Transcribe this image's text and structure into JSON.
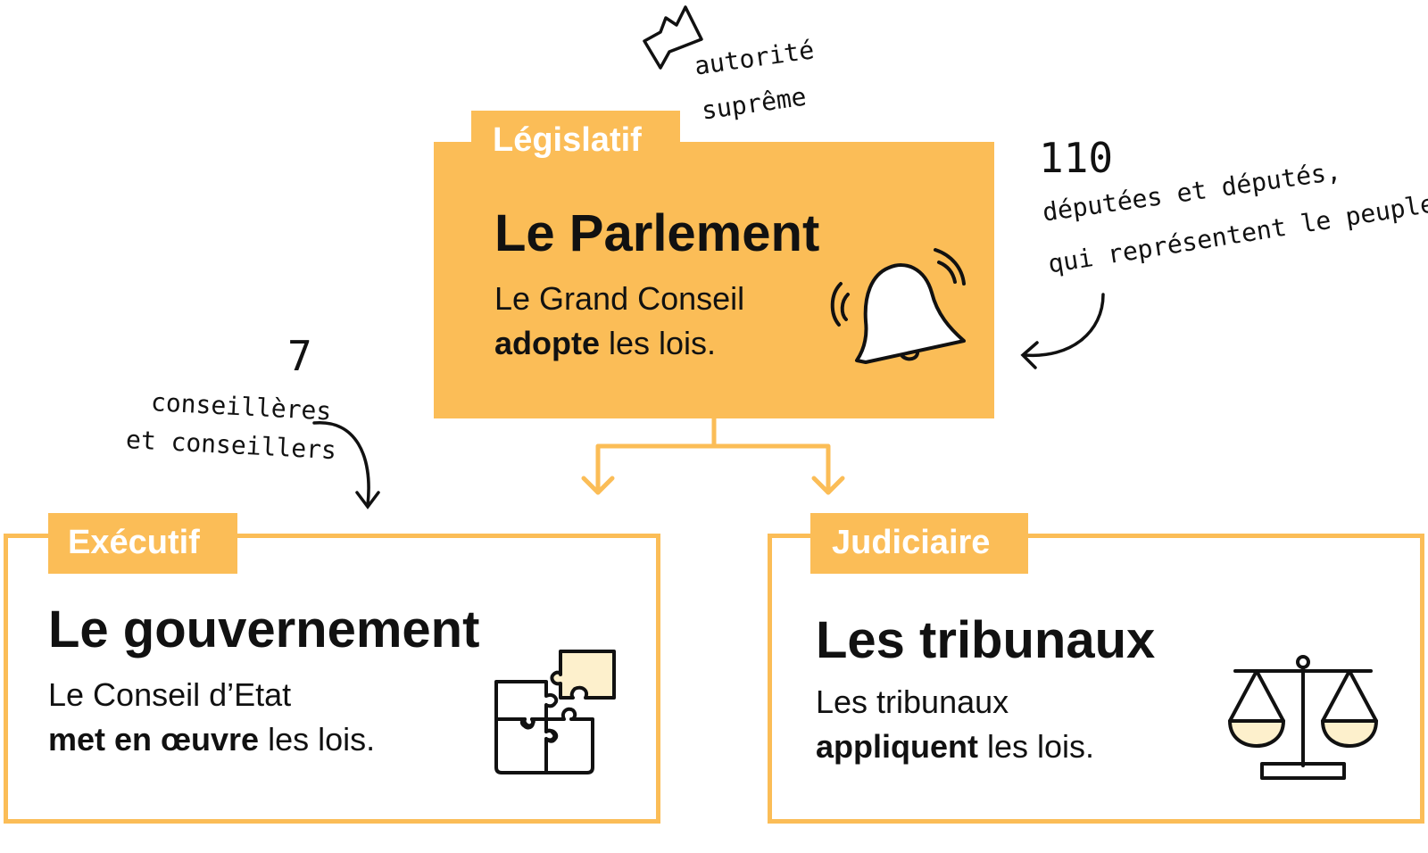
{
  "legislatif": {
    "tab": "Législatif",
    "title": "Le Parlement",
    "line1": "Le Grand Conseil",
    "verb": "adopte",
    "rest": " les lois."
  },
  "executif": {
    "tab": "Exécutif",
    "title": "Le gouvernement",
    "line1": "Le Conseil d’Etat",
    "verb": "met en œuvre",
    "rest": " les lois."
  },
  "judiciaire": {
    "tab": "Judiciaire",
    "title": "Les tribunaux",
    "line1": "Les tribunaux",
    "verb": "appliquent",
    "rest": " les lois."
  },
  "notes": {
    "authority1": "autorité",
    "authority2": "suprême",
    "deputies_count": "110",
    "deputies1": "députées et députés,",
    "deputies2": "qui représentent le peuple",
    "councillors_count": "7",
    "councillors1": "conseillères",
    "councillors2": "et conseillers"
  },
  "colors": {
    "accent": "#fbbd57",
    "fill_light": "#fdf0cc",
    "ink": "#111111"
  },
  "icons": {
    "legislatif": "bell-icon",
    "executif": "puzzle-icon",
    "judiciaire": "scales-icon",
    "authority": "crown-icon"
  }
}
